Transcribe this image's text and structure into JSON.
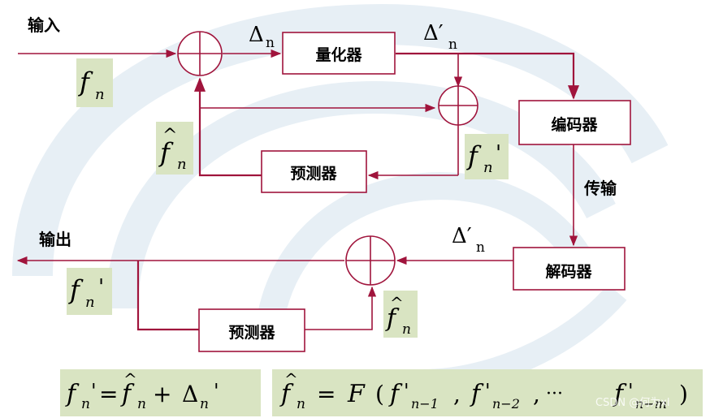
{
  "labels": {
    "input": "输入",
    "output": "输出",
    "transmit": "传输"
  },
  "blocks": {
    "quantizer": "量化器",
    "encoder": "编码器",
    "decoder": "解码器",
    "predictor_top": "预测器",
    "predictor_bottom": "预测器"
  },
  "symbols": {
    "f": "f",
    "n": "n",
    "prime": "'",
    "delta": "Δ",
    "delta_prime": "Δ′",
    "hat": "^"
  },
  "formula_left": {
    "lhs": "f",
    "lhs_sub": "n",
    "lhs_prime": "'",
    "eq": "=",
    "term1": "f",
    "term1_sub": "n",
    "plus": "+",
    "term2": "Δ",
    "term2_sub": "n",
    "term2_prime": "'"
  },
  "formula_right": {
    "lhs": "f",
    "lhs_sub": "n",
    "eq": "=",
    "func": "F",
    "open": "(",
    "a1": "f",
    "a1_prime": "'",
    "a1_sub": "n−1",
    "comma1": ",",
    "a2": "f",
    "a2_prime": "'",
    "a2_sub": "n−2",
    "comma2": ",",
    "dots": "···",
    "a3": "f",
    "a3_prime": "'",
    "a3_sub": "n−m",
    "close": ")"
  },
  "watermark": "CSDN @何为xl",
  "colors": {
    "line": "#a0143c",
    "label_bg": "#d9e4c2",
    "formula_bg": "#d9e4c2",
    "swirl": "#e7eff5"
  }
}
